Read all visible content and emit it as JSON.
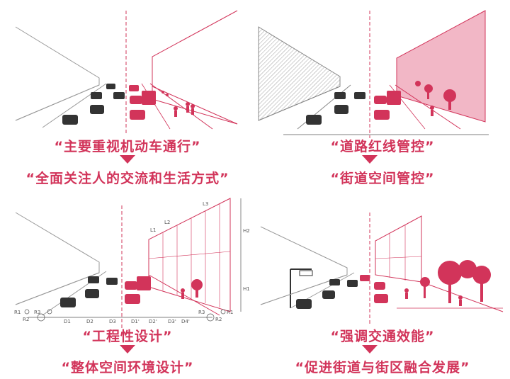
{
  "panels": [
    {
      "caption_top": "“主要重视机动车通行”",
      "caption_bottom": "“全面关注人的交流和生活方式”"
    },
    {
      "caption_top": "“道路红线管控”",
      "caption_bottom": "“街道空间管控”"
    },
    {
      "caption_top": "“工程性设计”",
      "caption_bottom": "“整体空间环境设计”",
      "dimension_labels": {
        "d": [
          "D1",
          "D2",
          "D3",
          "D1'",
          "D2'",
          "D3'",
          "D4'"
        ],
        "r_left": [
          "R1",
          "R2",
          "R3"
        ],
        "r_right": [
          "R1",
          "R2",
          "R3"
        ],
        "l": [
          "L1",
          "L2",
          "L3"
        ],
        "h": [
          "H1",
          "H2"
        ]
      }
    },
    {
      "caption_top": "“强调交通效能”",
      "caption_bottom": "“促进街道与街区融合发展”"
    }
  ],
  "colors": {
    "accent": "#d2345a",
    "accent_light": "#f2b7c6",
    "line_gray": "#888888",
    "car_dark": "#333333"
  }
}
